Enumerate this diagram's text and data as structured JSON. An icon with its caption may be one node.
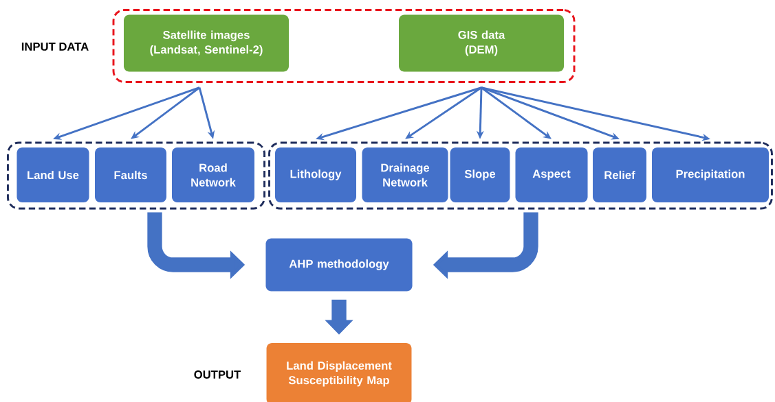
{
  "diagram": {
    "nodes": [
      {
        "text": [],
        "shape": "box"
      },
      {
        "text": [
          "Satellite images",
          "(Landsat, Sentinel-2)"
        ],
        "in": 0
      },
      {
        "text": [
          "GIS data",
          "(DEM)"
        ],
        "in": 0
      },
      {
        "text": [],
        "shape": "box"
      },
      {
        "text": [
          "Land Use"
        ],
        "in": 3
      },
      {
        "text": [
          "Faults"
        ],
        "in": 3
      },
      {
        "text": [
          "Road Network"
        ],
        "in": 3
      },
      {
        "text": [],
        "shape": "box"
      },
      {
        "text": [
          "Lithology"
        ],
        "in": 7
      },
      {
        "text": [
          "Drainage Network"
        ],
        "in": 7
      },
      {
        "text": [
          "Slope"
        ],
        "in": 7
      },
      {
        "text": [
          "Aspect"
        ],
        "in": 7
      },
      {
        "text": [
          "Relief"
        ],
        "in": 7
      },
      {
        "text": [
          "Precipitation"
        ],
        "in": 7
      },
      {
        "text": [
          "AHP methodology"
        ]
      },
      {
        "text": [
          "Land Displacement Susceptibility Map"
        ]
      }
    ],
    "edges": [
      {
        "from": 1,
        "to": 4,
        "arrow": "to"
      },
      {
        "from": 1,
        "to": 5,
        "arrow": "to"
      },
      {
        "from": 1,
        "to": 6,
        "arrow": "to"
      },
      {
        "from": 2,
        "to": 8,
        "arrow": "to"
      },
      {
        "from": 2,
        "to": 9,
        "arrow": "to"
      },
      {
        "from": 2,
        "to": 10,
        "arrow": "to"
      },
      {
        "from": 2,
        "to": 11,
        "arrow": "to"
      },
      {
        "from": 2,
        "to": 12,
        "arrow": "to"
      },
      {
        "from": 2,
        "to": 13,
        "arrow": "to"
      },
      {
        "from": 3,
        "to": 14,
        "arrow": "to",
        "style": "thick"
      },
      {
        "from": 7,
        "to": 14,
        "arrow": "to",
        "style": "thick"
      },
      {
        "from": 14,
        "to": 15,
        "arrow": "to",
        "style": "thick"
      }
    ],
    "labels": [
      "INPUT DATA",
      "OUTPUT"
    ]
  }
}
